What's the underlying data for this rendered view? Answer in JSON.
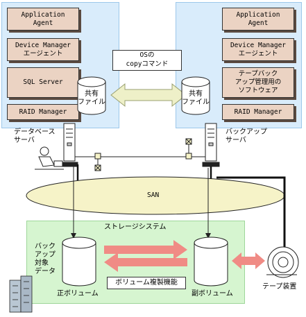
{
  "db_server": {
    "app_agent": "Application\nAgent",
    "device_manager": "Device Manager\nエージェント",
    "sql_server": "SQL Server",
    "raid_manager": "RAID Manager",
    "shared_file": "共有\nファイル",
    "label": "データベース\nサーバ"
  },
  "backup_server": {
    "app_agent": "Application\nAgent",
    "device_manager": "Device Manager\nエージェント",
    "backup_software": "テープバック\nアップ管理用の\nソフトウェア",
    "raid_manager": "RAID Manager",
    "shared_file": "共有\nファイル",
    "label": "バックアップ\nサーバ"
  },
  "os_copy": "OSの\ncopyコマンド",
  "san": "SAN",
  "storage": {
    "title": "ストレージシステム",
    "backup_target": "バック\nアップ\n対象\nデータ",
    "primary_volume": "正ボリューム",
    "secondary_volume": "副ボリューム",
    "replication": "ボリューム複製機能"
  },
  "tape": "テープ装置",
  "colors": {
    "panel_bg": "#d9ecfb",
    "storage_bg": "#d6f5d0",
    "software_box": "#ebd3c3",
    "san_ellipse": "#f6f3c8",
    "arrow_red": "#f08b85",
    "arrow_yellow": "#eef0c8"
  }
}
